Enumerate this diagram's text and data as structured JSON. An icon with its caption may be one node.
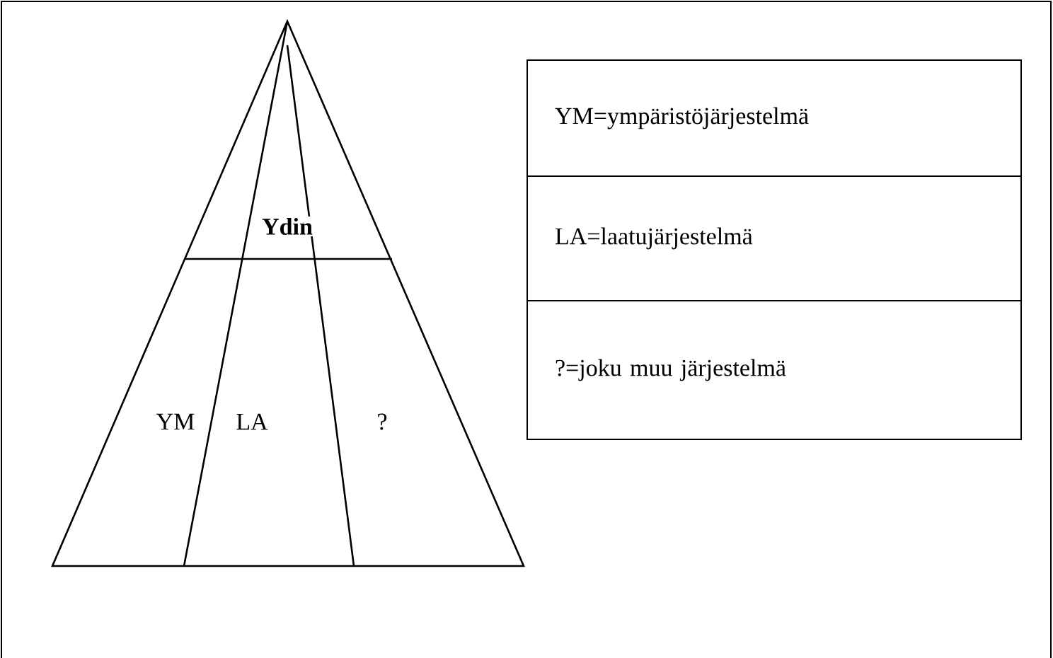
{
  "diagram": {
    "nodes": [
      {
        "text": [
          "Ydin"
        ]
      },
      {
        "text": [
          "YM"
        ]
      },
      {
        "text": [
          "LA"
        ]
      },
      {
        "text": [
          "?"
        ]
      },
      {
        "text": [
          "YM=ympäristöjärjestelmä"
        ]
      },
      {
        "text": [
          "LA=laatujärjestelmä"
        ]
      },
      {
        "text": [
          "?=joku muu järjestelmä"
        ]
      }
    ]
  }
}
